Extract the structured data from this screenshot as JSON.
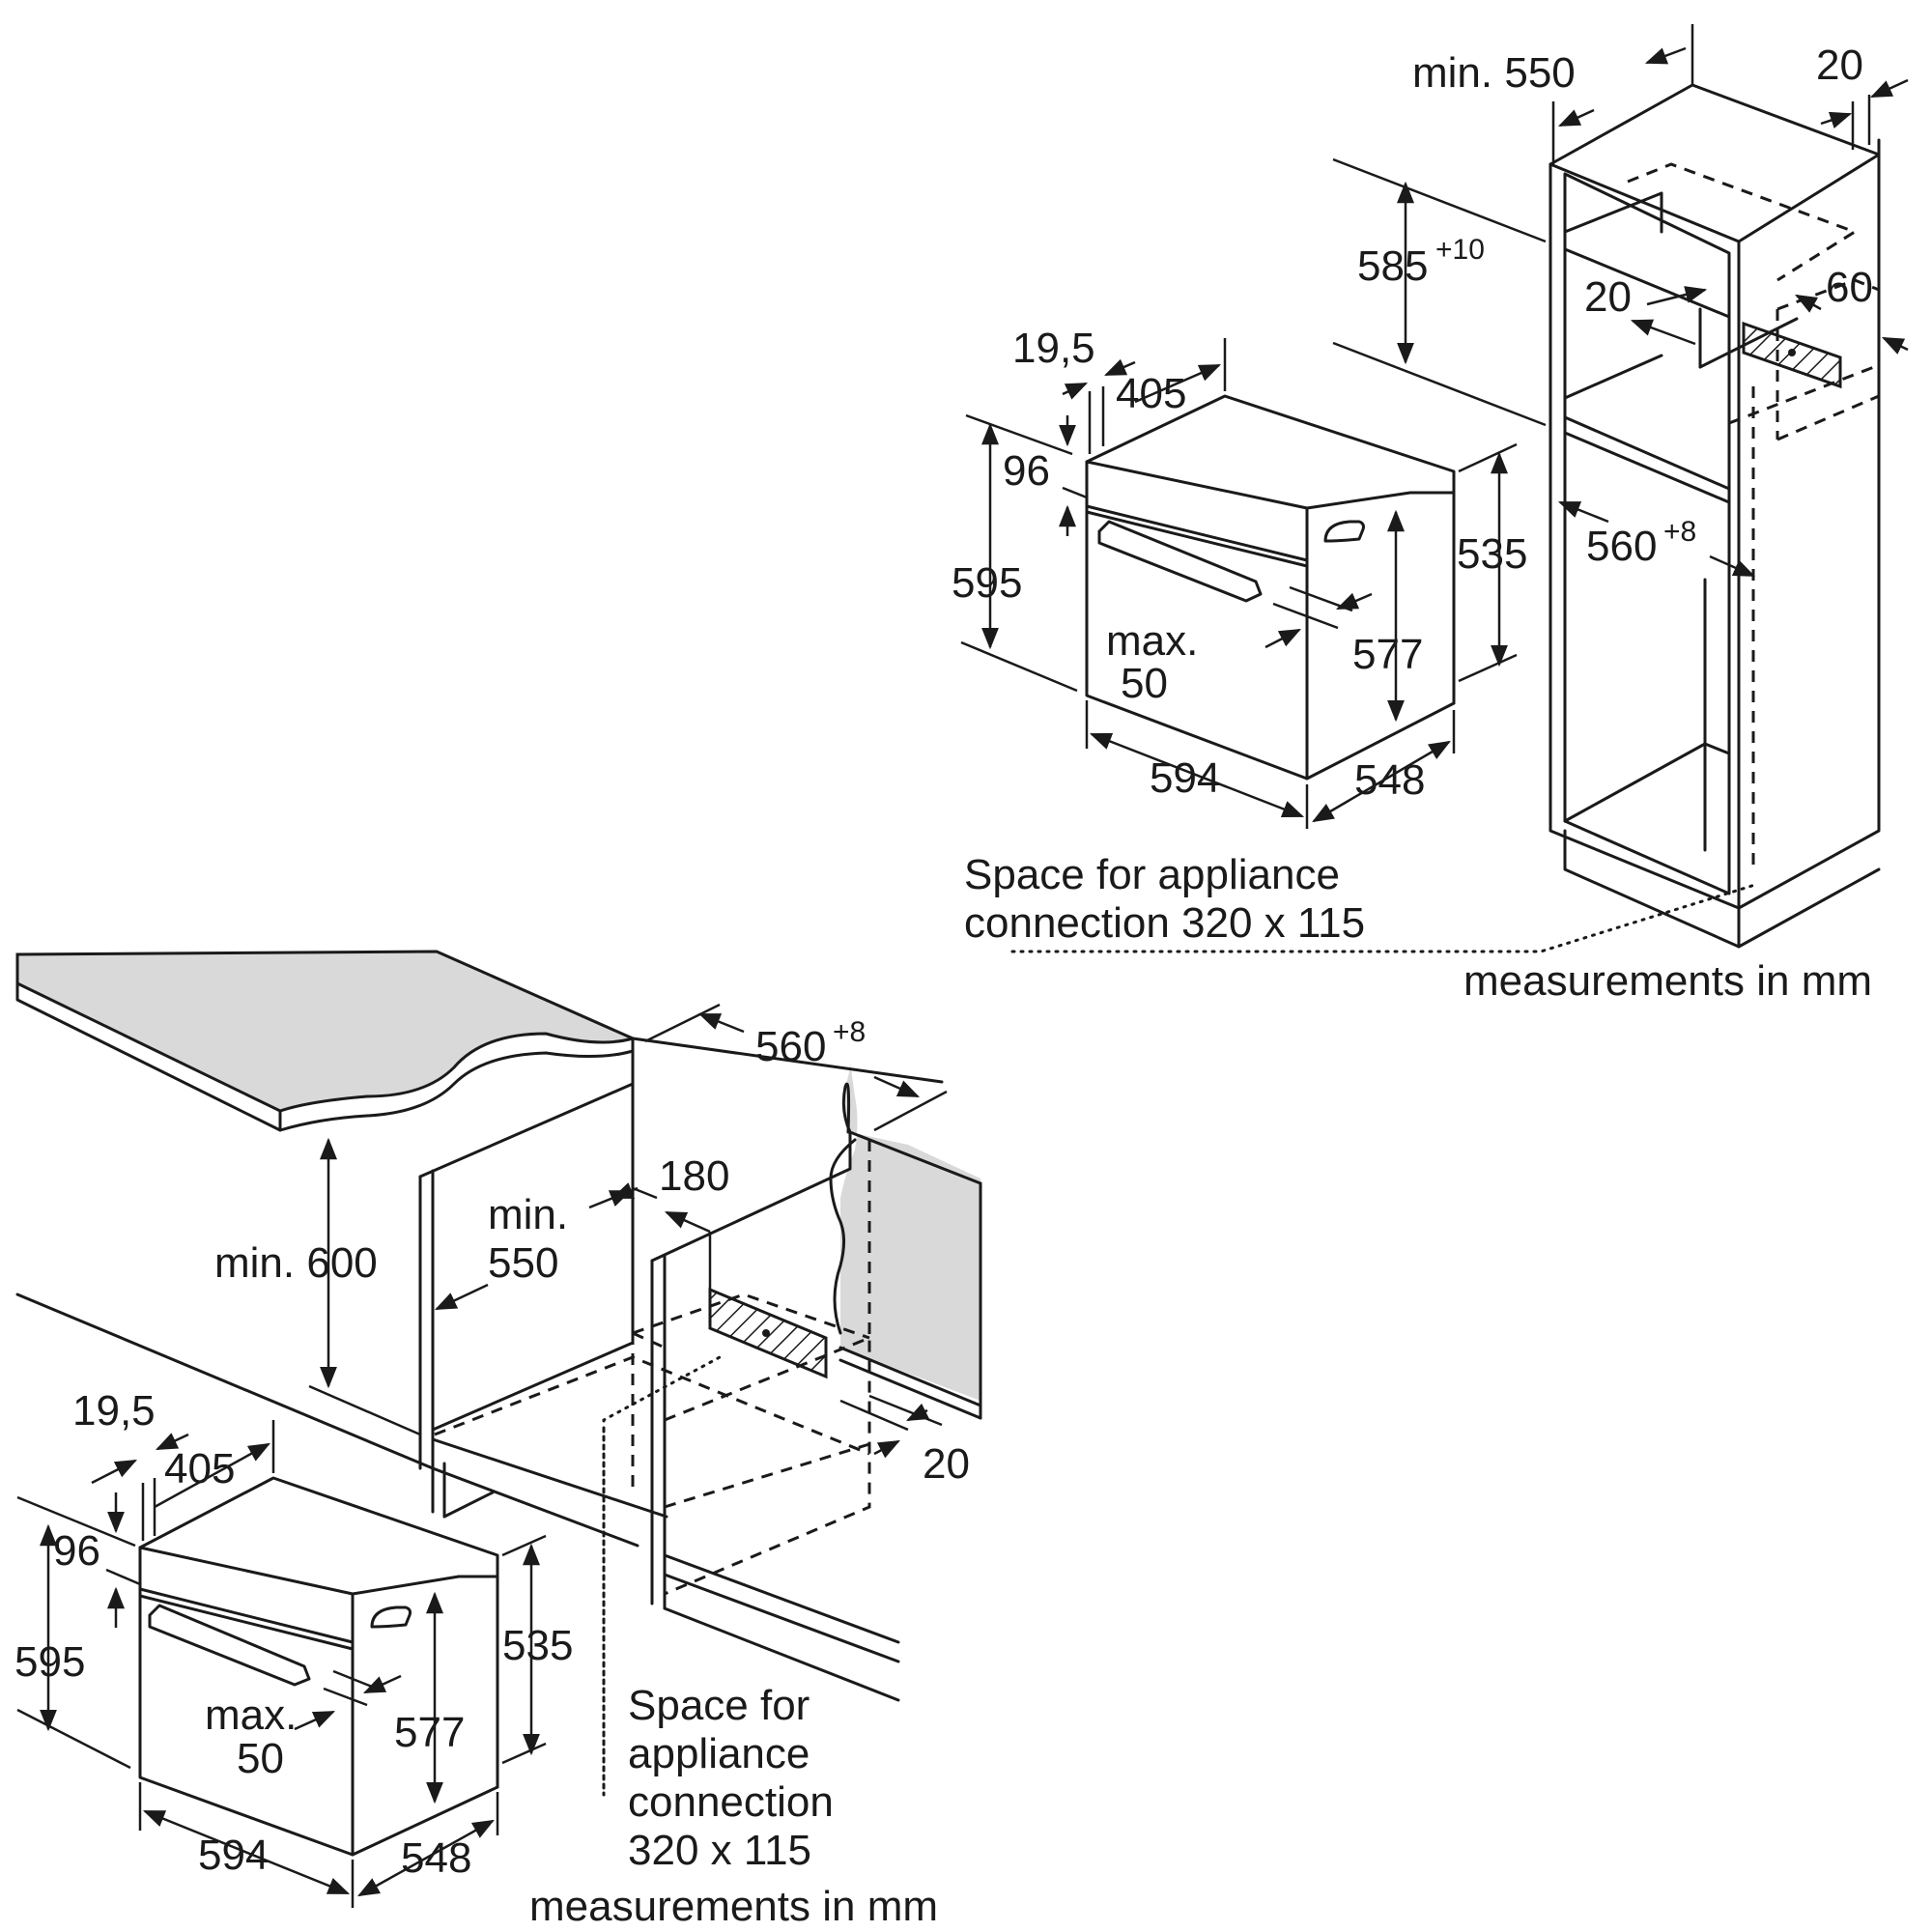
{
  "colors": {
    "line": "#1a1a1a",
    "worktop": "#d9d9d9",
    "hatch": "#1a1a1a",
    "background": "#ffffff"
  },
  "tall_unit": {
    "min_550": "min. 550",
    "d_20_top": "20",
    "h_585": "585",
    "h_585_tol": "+10",
    "d_20_inner": "20",
    "d_60": "60",
    "w_560": "560",
    "w_560_tol": "+8",
    "oven": {
      "d_19_5": "19,5",
      "d_405": "405",
      "d_96": "96",
      "h_595": "595",
      "h_535": "535",
      "h_577": "577",
      "max_label": "max.",
      "max_value": "50",
      "w_594": "594",
      "d_548": "548"
    },
    "space_line1": "Space for appliance",
    "space_line2": "connection 320 x 115",
    "measurements": "measurements in mm"
  },
  "under_counter": {
    "w_560": "560",
    "w_560_tol": "+8",
    "min_600": "min. 600",
    "min_label": "min.",
    "min_value": "550",
    "d_180": "180",
    "d_20": "20",
    "oven": {
      "d_19_5": "19,5",
      "d_405": "405",
      "d_96": "96",
      "h_595": "595",
      "h_535": "535",
      "h_577": "577",
      "max_label": "max.",
      "max_value": "50",
      "w_594": "594",
      "d_548": "548"
    },
    "space_line1": "Space for",
    "space_line2": "appliance",
    "space_line3": "connection",
    "space_line4": "320 x 115",
    "measurements": "measurements in mm"
  }
}
